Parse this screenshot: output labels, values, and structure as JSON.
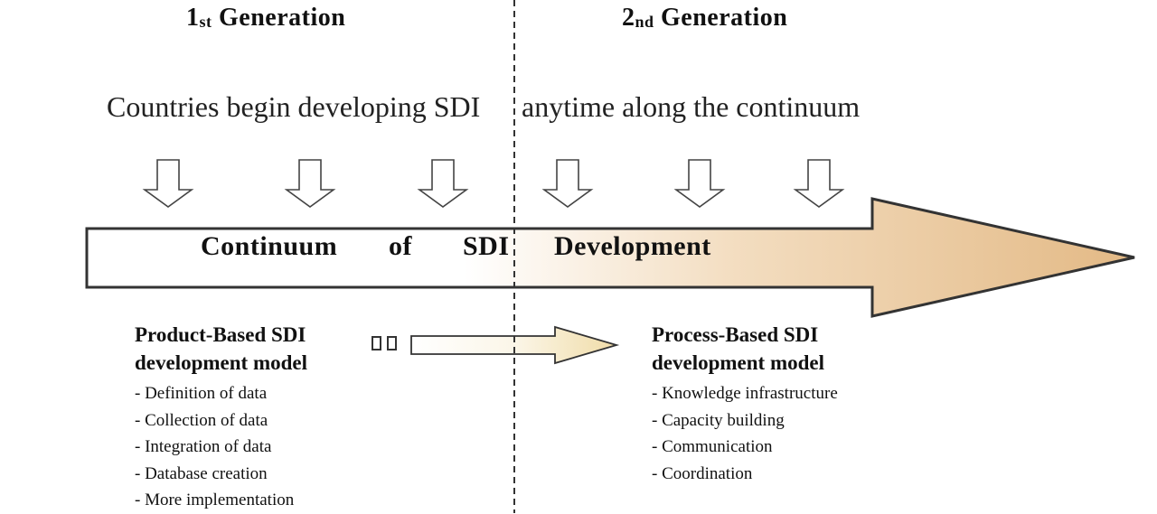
{
  "generations": [
    {
      "ordinal": "1",
      "suffix": "st",
      "label": "Generation"
    },
    {
      "ordinal": "2",
      "suffix": "nd",
      "label": "Generation"
    }
  ],
  "subtitle": {
    "left": "Countries begin developing SDI",
    "right": "anytime along the continuum"
  },
  "continuum": {
    "words": [
      "Continuum",
      "of",
      "SDI",
      "Development"
    ],
    "gradient_end_color": "#e7c08e"
  },
  "product_model": {
    "title_line1": "Product-Based SDI",
    "title_line2": "development model",
    "items": [
      "- Definition of data",
      "- Collection of data",
      "- Integration of data",
      "- Database creation",
      "- More implementation"
    ]
  },
  "process_model": {
    "title_line1": "Process-Based SDI",
    "title_line2": "development model",
    "items": [
      "- Knowledge infrastructure",
      "- Capacity building",
      "- Communication",
      "- Coordination"
    ]
  },
  "down_arrow_count": 6,
  "colors": {
    "arrow_fill_end": "#e7c08e",
    "small_arrow_fill_end": "#f2e2b8",
    "outline": "#333333"
  }
}
